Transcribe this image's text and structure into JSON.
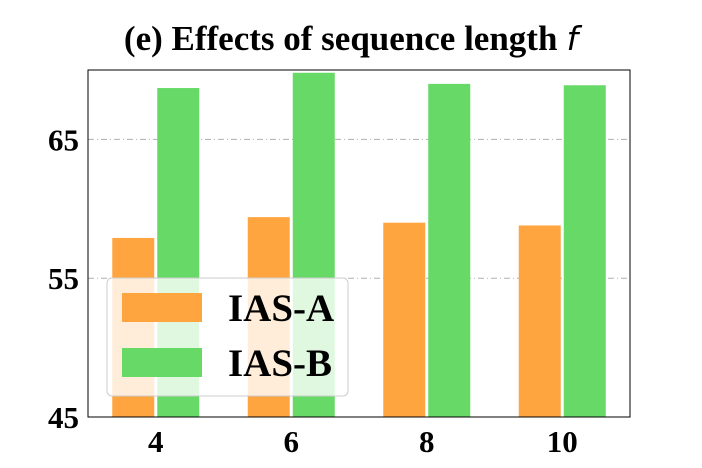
{
  "chart_data": {
    "type": "bar",
    "title": "(e) Effects of sequence length",
    "title_variable": "f",
    "xlabel": "",
    "ylabel": "",
    "categories": [
      "4",
      "6",
      "8",
      "10"
    ],
    "series": [
      {
        "name": "IAS-A",
        "color": "#ffa540",
        "values": [
          57.9,
          59.4,
          59.0,
          58.8
        ]
      },
      {
        "name": "IAS-B",
        "color": "#66d966",
        "values": [
          68.7,
          69.8,
          69.0,
          68.9
        ]
      }
    ],
    "ylim": [
      45,
      70
    ],
    "yticks": [
      45,
      55,
      65
    ],
    "grid": {
      "axis": "y",
      "style": "dash-dot"
    },
    "legend": {
      "position": "lower-left"
    }
  }
}
